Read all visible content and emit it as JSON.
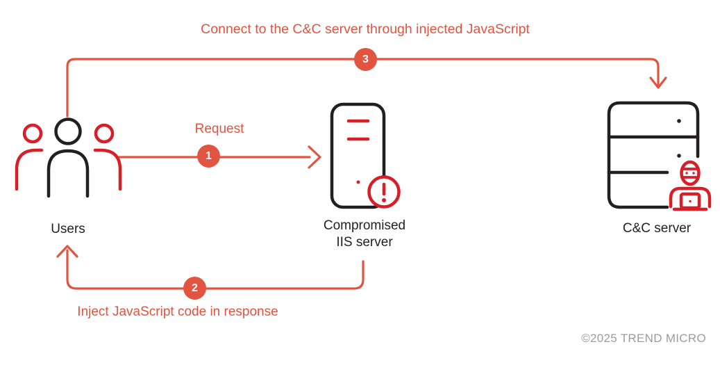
{
  "colors": {
    "accent": "#e05440",
    "red": "#d71f27",
    "ink": "#231f20",
    "muted": "#9c9c9c",
    "bg": "#ffffff"
  },
  "annotations": {
    "step1_label": "Request",
    "step2_label": "Inject JavaScript code in response",
    "step3_label": "Connect to the C&C server through injected JavaScript"
  },
  "badges": {
    "step1": "1",
    "step2": "2",
    "step3": "3"
  },
  "nodes": {
    "users": {
      "label": "Users",
      "icon": "group-of-three-users-icon"
    },
    "iis": {
      "label": "Compromised\nIIS server",
      "icon": "tower-server-with-alert-icon"
    },
    "cnc": {
      "label": "C&C server",
      "icon": "server-stack-with-hacker-icon"
    }
  },
  "footer": {
    "copyright": "©2025 TREND MICRO"
  }
}
